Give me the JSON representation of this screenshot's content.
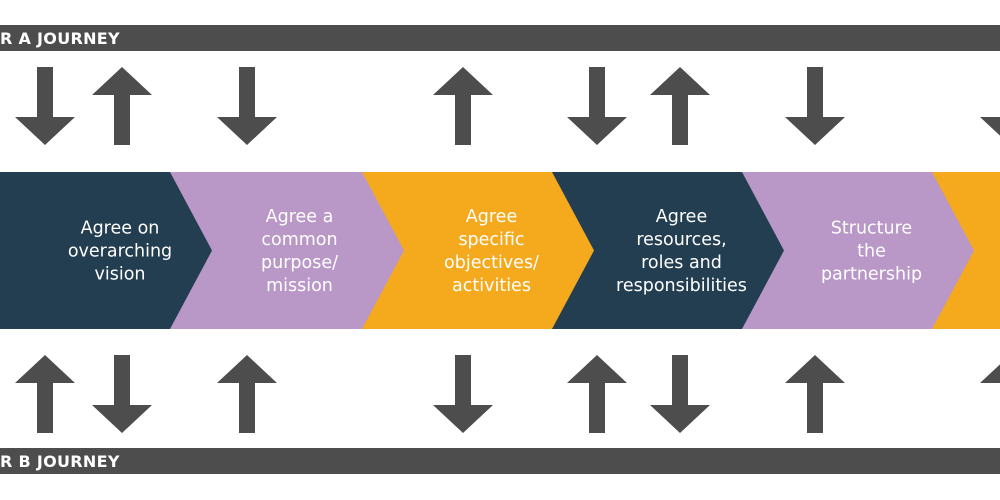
{
  "journeys": {
    "top_label": "R A JOURNEY",
    "bottom_label": "R B JOURNEY"
  },
  "steps": [
    {
      "lines": [
        ""
      ],
      "color": "#f5a91d"
    },
    {
      "lines": [
        "Agree on",
        "overarching",
        "vision"
      ],
      "color": "#233e50"
    },
    {
      "lines": [
        "Agree a",
        "common",
        "purpose/",
        "mission"
      ],
      "color": "#b997c6"
    },
    {
      "lines": [
        "Agree",
        "specific",
        "objectives/",
        "activities"
      ],
      "color": "#f5a91d"
    },
    {
      "lines": [
        "Agree",
        "resources,",
        "roles and",
        "responsibilities"
      ],
      "color": "#233e50"
    },
    {
      "lines": [
        "Structure",
        "the",
        "partnership"
      ],
      "color": "#b997c6"
    },
    {
      "lines": [
        ""
      ],
      "color": "#f5a91d"
    }
  ],
  "arrows_top": [
    "down",
    "up",
    "down",
    "up",
    "down",
    "up",
    "down",
    "down"
  ],
  "arrows_bottom": [
    "up",
    "down",
    "up",
    "down",
    "up",
    "down",
    "up",
    "up"
  ],
  "colors": {
    "arrow": "#4d4d4d",
    "band": "#4d4d4d"
  }
}
